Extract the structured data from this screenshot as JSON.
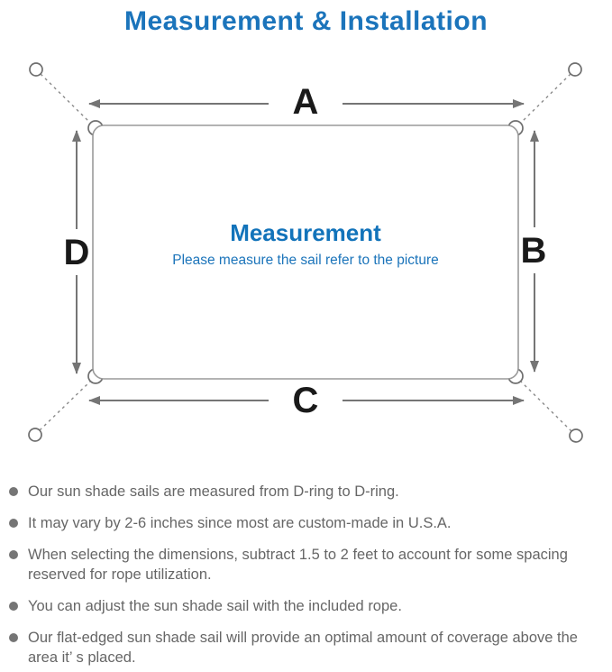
{
  "page": {
    "title": "Measurement & Installation"
  },
  "diagram": {
    "center_title": "Measurement",
    "center_subtitle": "Please measure the sail refer to the picture",
    "labels": {
      "a": "A",
      "b": "B",
      "c": "C",
      "d": "D"
    },
    "colors": {
      "accent_blue": "#1b74bb",
      "center_blue": "#1273ba",
      "line_gray": "#757575",
      "border_gray": "#9a9a9a",
      "label_black": "#1a1a1a"
    }
  },
  "notes": {
    "items": [
      "Our sun shade sails are measured from D-ring to D-ring.",
      "It may vary by 2-6 inches since most are custom-made in U.S.A.",
      "When selecting the dimensions, subtract 1.5 to 2 feet to account for some spacing reserved for rope utilization.",
      "You can adjust the sun shade sail with the included rope.",
      "Our flat-edged sun shade sail will provide an optimal amount of coverage above the area it’ s placed."
    ]
  }
}
